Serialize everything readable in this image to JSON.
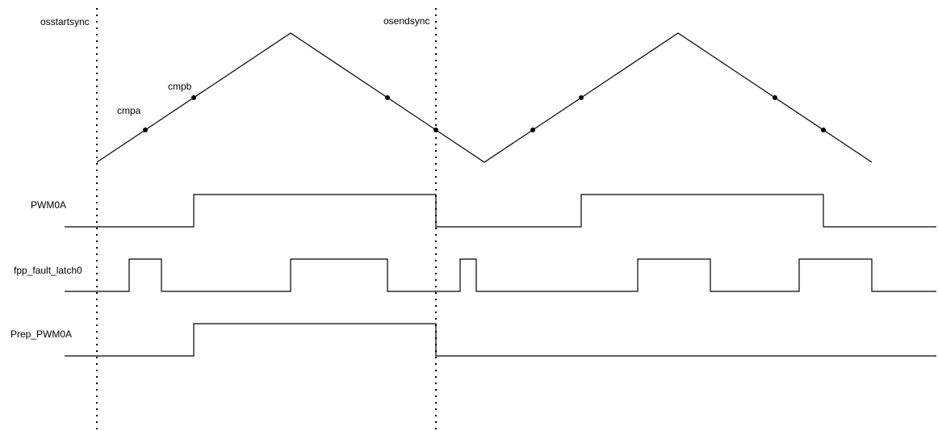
{
  "labels": {
    "osstartsync": "osstartsync",
    "osendsync": "osendsync",
    "cmpa": "cmpa",
    "cmpb": "cmpb",
    "pwm0a": "PWM0A",
    "fpp_fault_latch0": "fpp_fault_latch0",
    "prep_pwm0a": "Prep_PWM0A"
  },
  "colors": {
    "line": "#000000",
    "background": "#ffffff"
  }
}
